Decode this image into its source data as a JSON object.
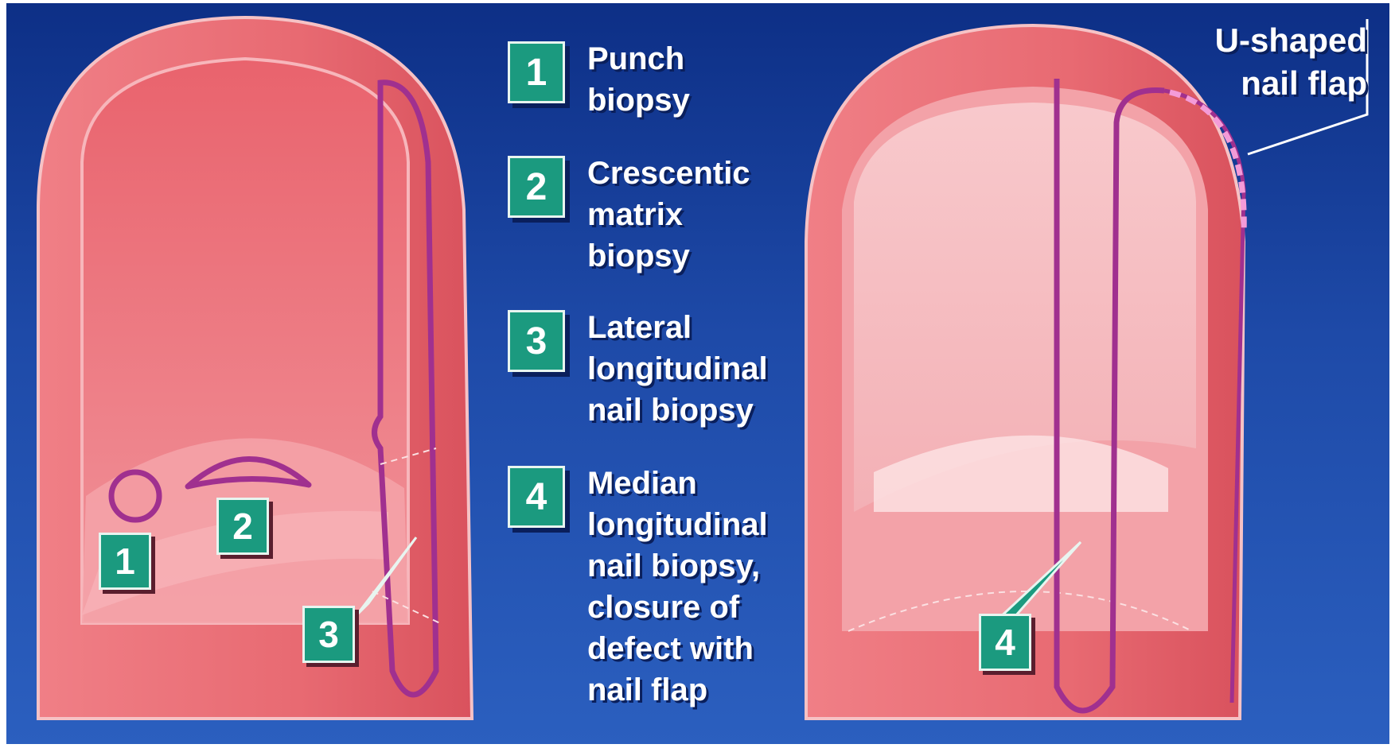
{
  "legend": [
    {
      "number": "1",
      "label": "Punch\nbiopsy"
    },
    {
      "number": "2",
      "label": "Crescentic\nmatrix\nbiopsy"
    },
    {
      "number": "3",
      "label": "Lateral\nlongitudinal\nnail biopsy"
    },
    {
      "number": "4",
      "label": "Median\nlongitudinal\nnail biopsy,\nclosure of\ndefect with\nnail flap"
    }
  ],
  "left_finger_tags": [
    "1",
    "2",
    "3"
  ],
  "right_finger_tags": [
    "4"
  ],
  "flap_label": "U-shaped\nnail flap",
  "colors": {
    "background": "#1e4aa8",
    "skin": "#e8767a",
    "nail": "#f2a0a6",
    "incision": "#a0308f",
    "label_box": "#1b9a7f"
  }
}
